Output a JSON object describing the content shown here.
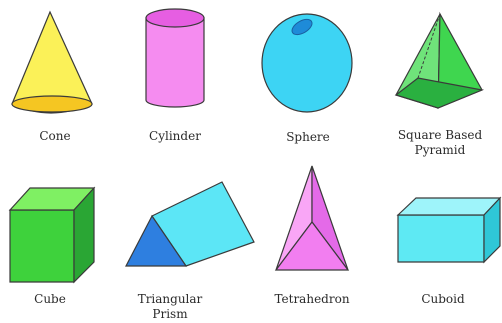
{
  "shapes": [
    {
      "name": "Cone",
      "color": "#fbf158"
    },
    {
      "name": "Cylinder",
      "color": "#f58cf0"
    },
    {
      "name": "Sphere",
      "color": "#3dd4f4"
    },
    {
      "name": "Square Based\nPyramid",
      "color": "#3fd64f"
    },
    {
      "name": "Cube",
      "color": "#3ed23c"
    },
    {
      "name": "Triangular\nPrism",
      "color": "#5ce6f6"
    },
    {
      "name": "Tetrahedron",
      "color": "#f27ef0"
    },
    {
      "name": "Cuboid",
      "color": "#5ee9f3"
    }
  ]
}
